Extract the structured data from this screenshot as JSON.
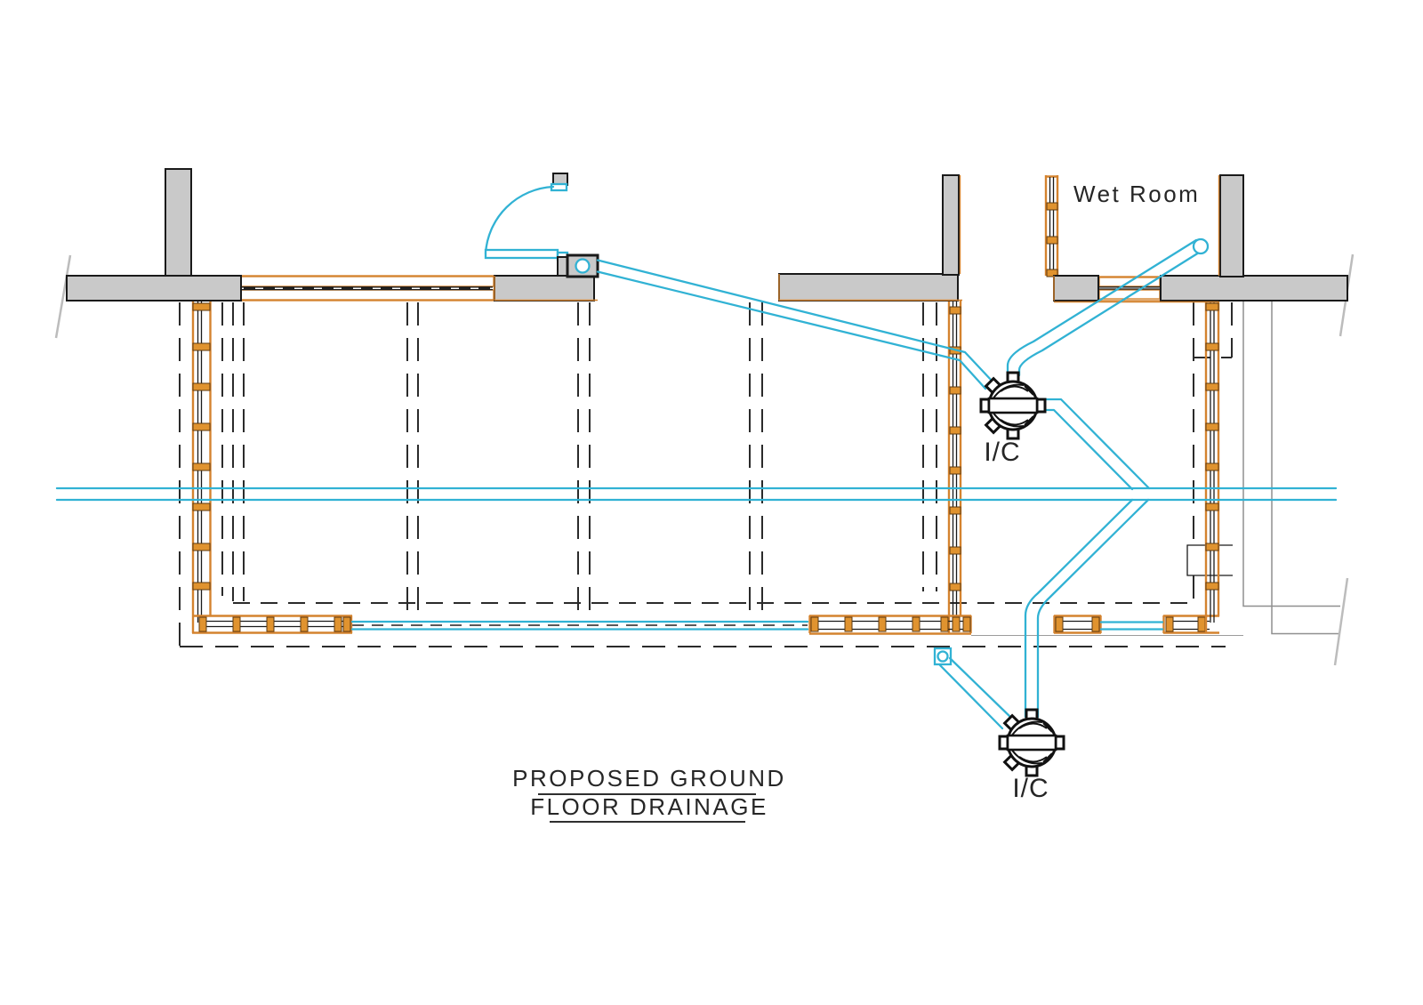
{
  "drawing": {
    "title": {
      "line1": "PROPOSED GROUND",
      "line2": "FLOOR DRAINAGE"
    },
    "rooms": {
      "wet_room_label": "Wet Room"
    },
    "chambers": {
      "top_label": "I/C",
      "bottom_label": "I/C"
    }
  },
  "icons": {
    "inspection_chamber": "circle-with-rodding-arms",
    "gully": "square-with-circle",
    "svp_outlet": "circle-in-wall-block",
    "pipe_end": "open-circle",
    "door_swing": "quarter-arc"
  },
  "colors": {
    "wall_fill": "#c9c9c9",
    "wall_stroke": "#1a1a1a",
    "timber": "#d4832f",
    "stud_fill": "#e0932f",
    "dashed": "#2b2b2b",
    "site_line": "#8f8f8f",
    "pipe": "#31b2d4",
    "text": "#262626"
  }
}
